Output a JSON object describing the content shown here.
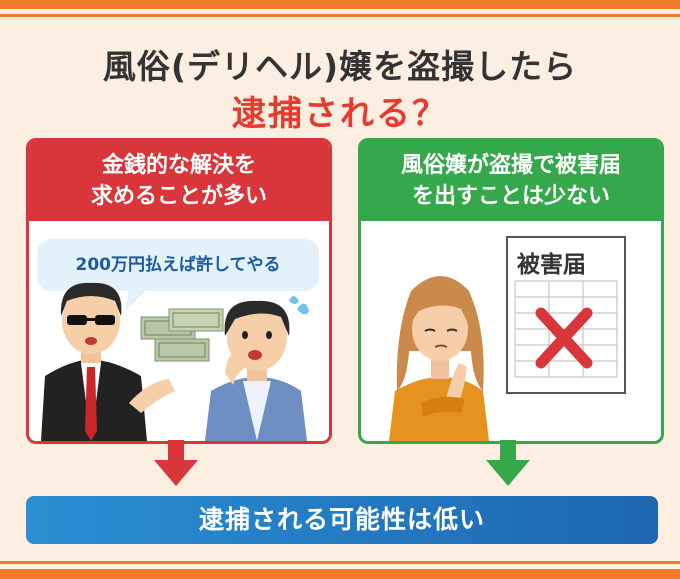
{
  "title": {
    "line1": "風俗(デリヘル)嬢を盗撮したら",
    "line2": "逮捕される？"
  },
  "left_panel": {
    "heading_line1": "金銭的な解決を",
    "heading_line2": "求めることが多い",
    "speech_bubble": "200万円払えば許してやる"
  },
  "right_panel": {
    "heading_line1": "風俗嬢が盗撮で被害届",
    "heading_line2": "を出すことは少ない",
    "document_title": "被害届"
  },
  "conclusion": "逮捕される可能性は低い",
  "colors": {
    "orange": "#f07b2b",
    "red": "#d8363a",
    "green": "#34a84a",
    "blue": "#1d67b1"
  }
}
